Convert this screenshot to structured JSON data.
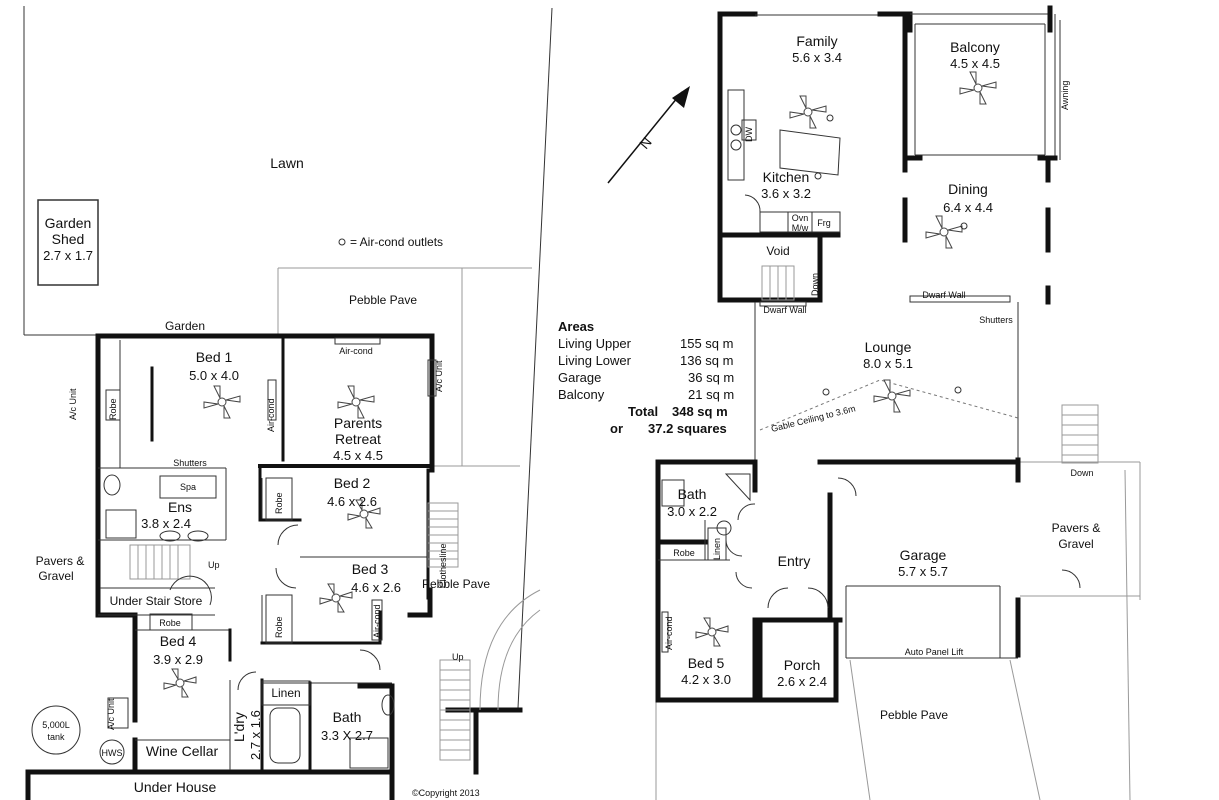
{
  "rooms": {
    "family": {
      "name": "Family",
      "dims": "5.6 x 3.4"
    },
    "balcony": {
      "name": "Balcony",
      "dims": "4.5 x 4.5"
    },
    "kitchen": {
      "name": "Kitchen",
      "dims": "3.6 x 3.2"
    },
    "dining": {
      "name": "Dining",
      "dims": "6.4 x 4.4"
    },
    "lounge": {
      "name": "Lounge",
      "dims": "8.0 x 5.1"
    },
    "garden_shed": {
      "name1": "Garden",
      "name2": "Shed",
      "dims": "2.7 x 1.7"
    },
    "bed1": {
      "name": "Bed 1",
      "dims": "5.0 x 4.0"
    },
    "parents_retreat": {
      "name1": "Parents",
      "name2": "Retreat",
      "dims": "4.5 x 4.5"
    },
    "bed2": {
      "name": "Bed 2",
      "dims": "4.6 x 2.6"
    },
    "bed3": {
      "name": "Bed 3",
      "dims": "4.6 x 2.6"
    },
    "ens": {
      "name": "Ens",
      "dims": "3.8 x 2.4"
    },
    "bed4": {
      "name": "Bed 4",
      "dims": "3.9 x 2.9"
    },
    "laundry": {
      "name": "L'dry",
      "dims": "2.7 x 1.6"
    },
    "bath_lower": {
      "name": "Bath",
      "dims": "3.3 X 2.7"
    },
    "bath_upper": {
      "name": "Bath",
      "dims": "3.0 x 2.2"
    },
    "entry": {
      "name": "Entry"
    },
    "garage": {
      "name": "Garage",
      "dims": "5.7 x 5.7"
    },
    "bed5": {
      "name": "Bed 5",
      "dims": "4.2 x 3.0"
    },
    "porch": {
      "name": "Porch",
      "dims": "2.6 x 2.4"
    },
    "wine_cellar": {
      "name": "Wine Cellar"
    },
    "under_house": {
      "name": "Under House"
    },
    "under_stair_store": {
      "name": "Under Stair Store"
    }
  },
  "areas": {
    "heading": "Areas",
    "rows": [
      {
        "label": "Living Upper",
        "value": "155 sq m"
      },
      {
        "label": "Living Lower",
        "value": "136 sq m"
      },
      {
        "label": "Garage",
        "value": "36 sq m"
      },
      {
        "label": "Balcony",
        "value": "21 sq m"
      }
    ],
    "total_label": "Total",
    "total_value": "348 sq m",
    "or_label": "or",
    "squares_value": "37.2 squares"
  },
  "labels": {
    "lawn": "Lawn",
    "aircon_legend": "= Air-cond outlets",
    "pebble_pave_1": "Pebble Pave",
    "pebble_pave_2": "Pebble Pave",
    "pebble_pave_3": "Pebble Pave",
    "garden": "Garden",
    "pavers_gravel_1a": "Pavers &",
    "pavers_gravel_1b": "Gravel",
    "pavers_gravel_2a": "Pavers &",
    "pavers_gravel_2b": "Gravel",
    "void": "Void",
    "down": "Down",
    "down2": "Down",
    "up": "Up",
    "up2": "Up",
    "dwarf_wall_1": "Dwarf Wall",
    "dwarf_wall_2": "Dwarf Wall",
    "shutters_1": "Shutters",
    "shutters_2": "Shutters",
    "awning": "Awning",
    "gable": "Gable Ceiling to 3.6m",
    "auto_panel": "Auto Panel Lift",
    "clothesline": "Clothesline",
    "robe": "Robe",
    "linen": "Linen",
    "spa": "Spa",
    "aircon": "Air-cond",
    "ac_unit": "A/c Unit",
    "tank": "5,000L",
    "tank2": "tank",
    "hws": "HWS",
    "dw": "DW",
    "ovn": "Ovn",
    "mw": "M/w",
    "frg": "Frg",
    "north": "N",
    "copyright": "©Copyright 2013"
  }
}
